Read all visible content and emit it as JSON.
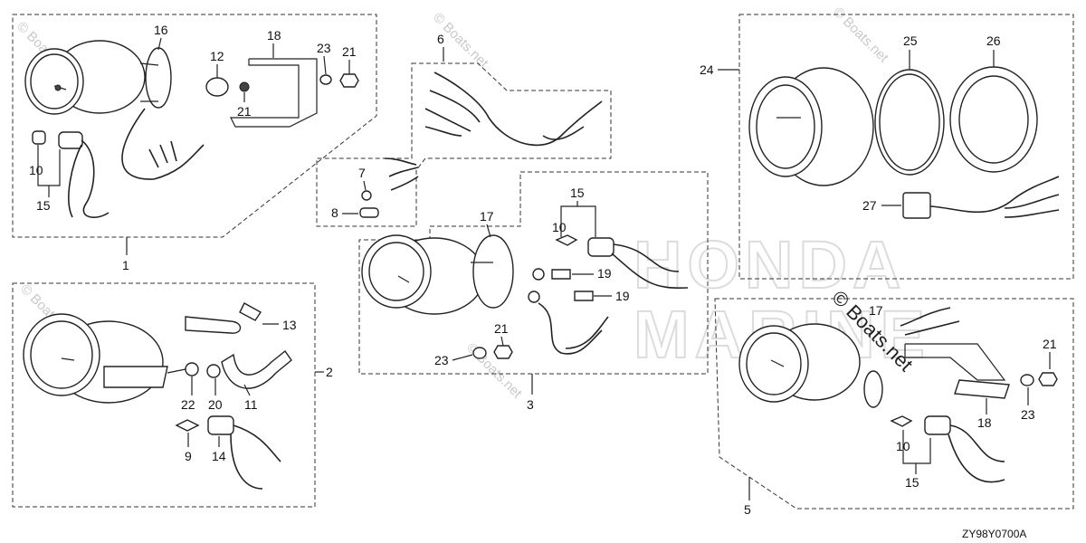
{
  "diagram": {
    "drawing_code": "ZY98Y0700A",
    "labels": {
      "l1": "1",
      "l2": "2",
      "l3": "3",
      "l5": "5",
      "l6": "6",
      "l7": "7",
      "l8": "8",
      "l9": "9",
      "l10a": "10",
      "l10b": "10",
      "l10c": "10",
      "l11": "11",
      "l12": "12",
      "l13": "13",
      "l14": "14",
      "l15a": "15",
      "l15b": "15",
      "l15c": "15",
      "l16": "16",
      "l17a": "17",
      "l17b": "17",
      "l18a": "18",
      "l18b": "18",
      "l19a": "19",
      "l19b": "19",
      "l20": "20",
      "l21a": "21",
      "l21b": "21",
      "l21c": "21",
      "l21d": "21",
      "l22": "22",
      "l23a": "23",
      "l23b": "23",
      "l23c": "23",
      "l24": "24",
      "l25": "25",
      "l26": "26",
      "l27": "27"
    },
    "watermarks": {
      "corner": "© Boats.net",
      "center": "© Boats.net",
      "brand_line1": "HONDA",
      "brand_line2": "MARINE"
    }
  }
}
